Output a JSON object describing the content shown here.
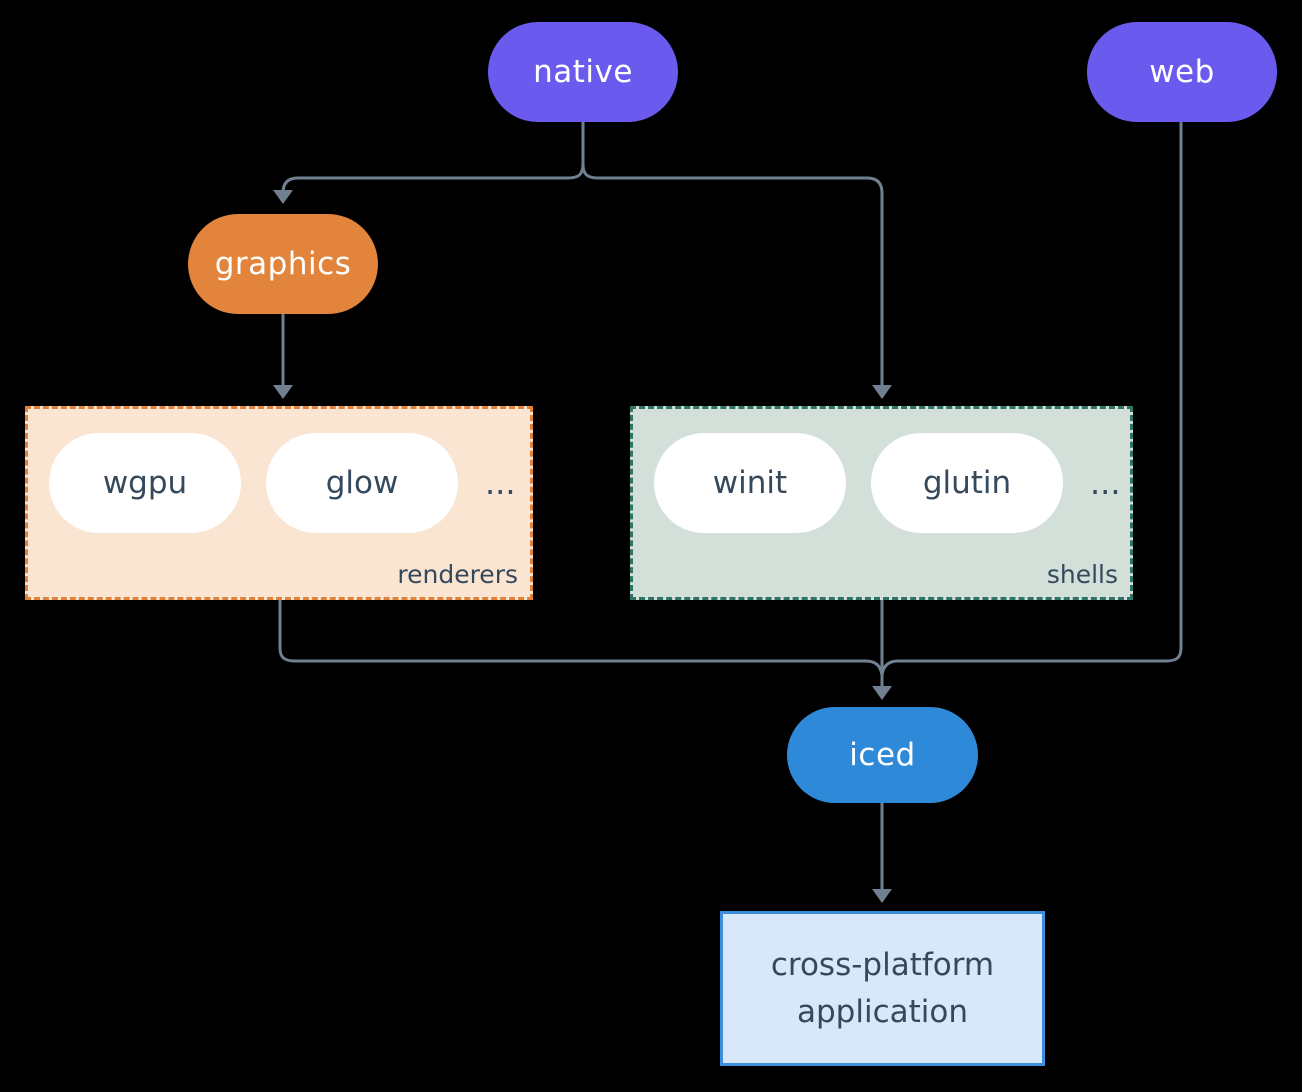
{
  "colors": {
    "background": "#000000",
    "purple": "#6b5aee",
    "orange": "#e2843c",
    "blue": "#2e8ad8",
    "line": "#708090",
    "renderers-bg": "#fae5d3",
    "renderers-border": "#e2823a",
    "shells-bg": "#d2e0d9",
    "shells-border": "#2e7568",
    "pill-text": "#ffffff",
    "dark-text": "#35495c",
    "app-bg": "#d9e8f8",
    "app-border": "#3e8ede"
  },
  "nodes": {
    "native": {
      "label": "native"
    },
    "web": {
      "label": "web"
    },
    "graphics": {
      "label": "graphics"
    },
    "iced": {
      "label": "iced"
    },
    "app": {
      "line1": "cross-platform",
      "line2": "application"
    }
  },
  "groups": {
    "renderers": {
      "label": "renderers",
      "items": [
        "wgpu",
        "glow"
      ],
      "ellipsis": "..."
    },
    "shells": {
      "label": "shells",
      "items": [
        "winit",
        "glutin"
      ],
      "ellipsis": "..."
    }
  }
}
